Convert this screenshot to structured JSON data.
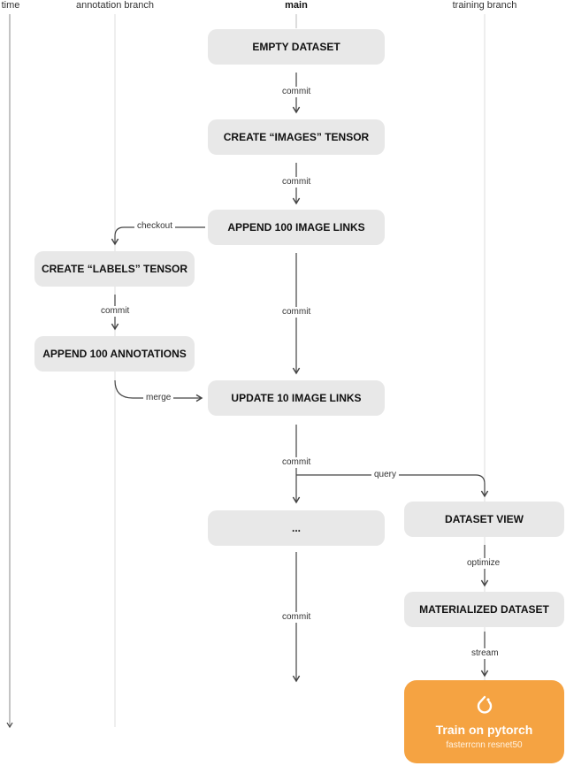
{
  "columns": {
    "time": "time",
    "annotation": "annotation branch",
    "main": "main",
    "training": "training branch"
  },
  "nodes": {
    "empty_dataset": "EMPTY DATASET",
    "create_images": "CREATE “IMAGES” TENSOR",
    "append_images": "APPEND 100 IMAGE LINKS",
    "create_labels": "CREATE “LABELS” TENSOR",
    "append_annotations": "APPEND 100 ANNOTATIONS",
    "update_links": "UPDATE 10 IMAGE LINKS",
    "ellipsis": "...",
    "dataset_view": "DATASET VIEW",
    "materialized": "MATERIALIZED DATASET"
  },
  "edges": {
    "commit": "commit",
    "checkout": "checkout",
    "merge": "merge",
    "query": "query",
    "optimize": "optimize",
    "stream": "stream"
  },
  "train": {
    "title": "Train on pytorch",
    "subtitle": "fasterrcnn resnet50",
    "icon": "pytorch-icon",
    "color": "#f5a342"
  },
  "colors": {
    "node_bg": "#e8e8e8",
    "line": "#444444"
  }
}
